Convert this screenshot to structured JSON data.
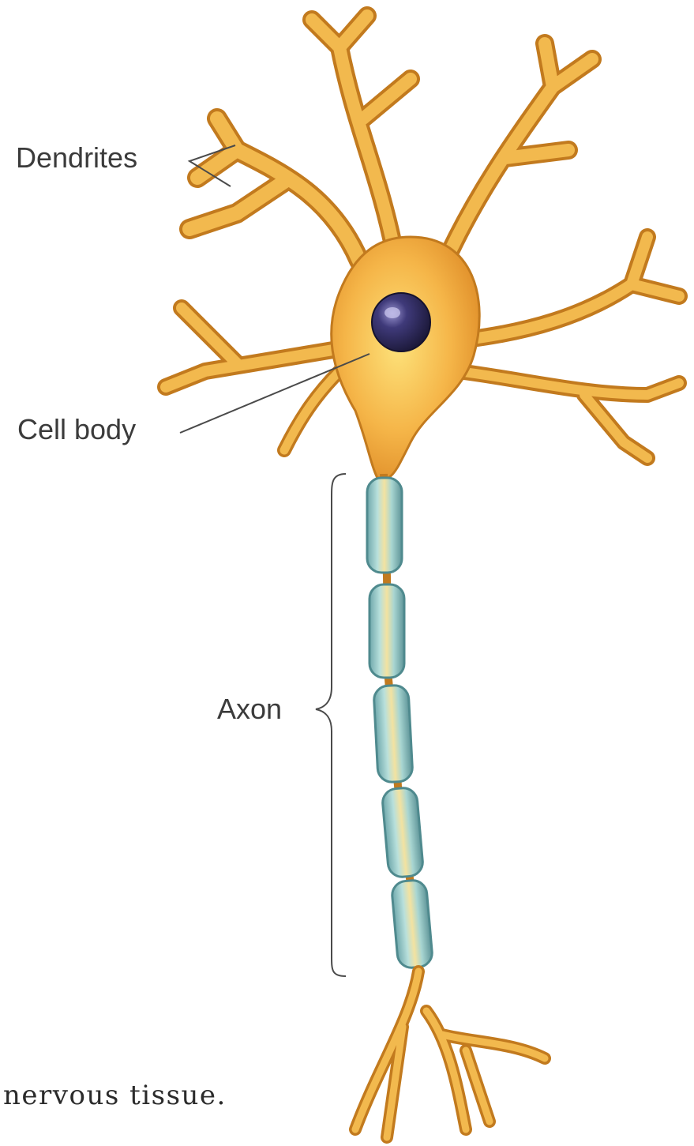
{
  "labels": {
    "dendrites": "Dendrites",
    "cell_body": "Cell body",
    "axon": "Axon"
  },
  "caption": "nervous tissue.",
  "colors": {
    "neuron_body": "#f2b94e",
    "neuron_outline": "#c27a1e",
    "nucleus": "#2e2a5e",
    "myelin": "#8fc4c4",
    "myelin_outline": "#4f8a8e",
    "leader_line": "#4a4a4a"
  }
}
